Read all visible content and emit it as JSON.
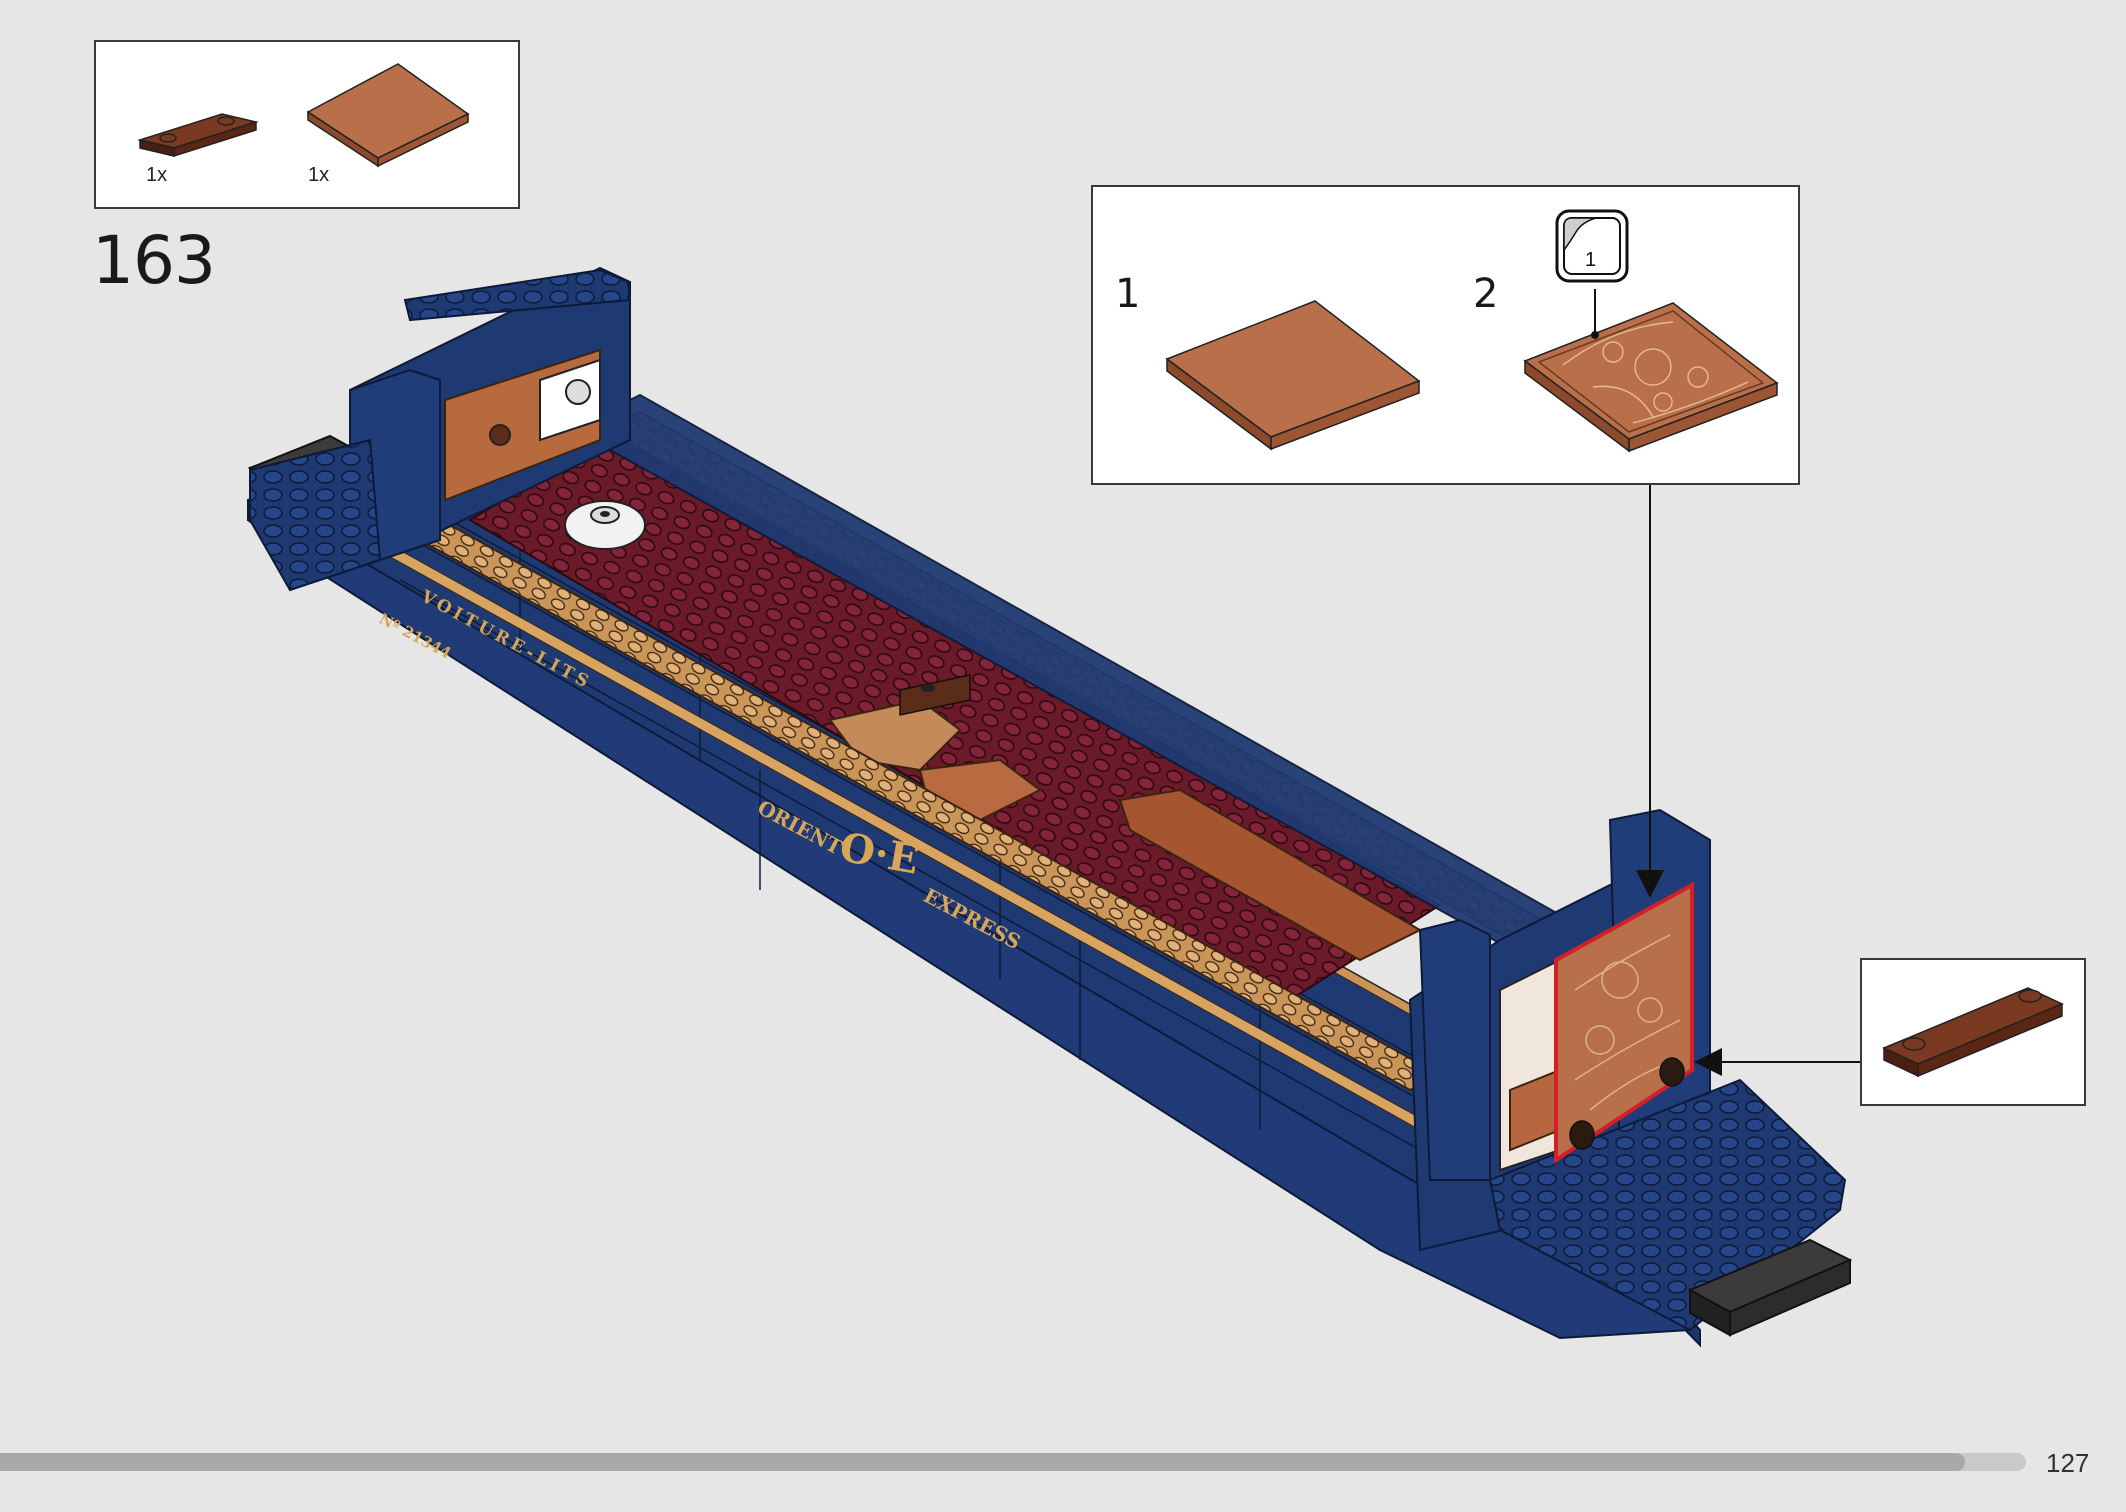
{
  "step": {
    "number": "163",
    "progress_fraction": 0.97
  },
  "page": {
    "number": "127"
  },
  "parts_list": {
    "items": [
      {
        "quantity": "1x",
        "color_name": "reddish-brown",
        "color": "#6b2f1a"
      },
      {
        "quantity": "1x",
        "color_name": "medium-nougat",
        "color": "#b6673f"
      }
    ]
  },
  "sub_assembly": {
    "steps": [
      {
        "label": "1"
      },
      {
        "label": "2"
      }
    ],
    "sticker_number": "1"
  },
  "model": {
    "lettering_voiture": "VOITURE-LITS",
    "lettering_number": "Nº 21344",
    "lettering_orient": "ORIENT",
    "lettering_logo": "O·E",
    "lettering_express": "EXPRESS"
  },
  "colors": {
    "background": "#e6e6e6",
    "body_blue": "#1f3a73",
    "stud_blue": "#203d7a",
    "tan": "#d3a166",
    "dark_red": "#6d1a2a",
    "nougat": "#b6673f",
    "reddish_brown": "#6b2f1a",
    "highlight": "#d41f26"
  }
}
